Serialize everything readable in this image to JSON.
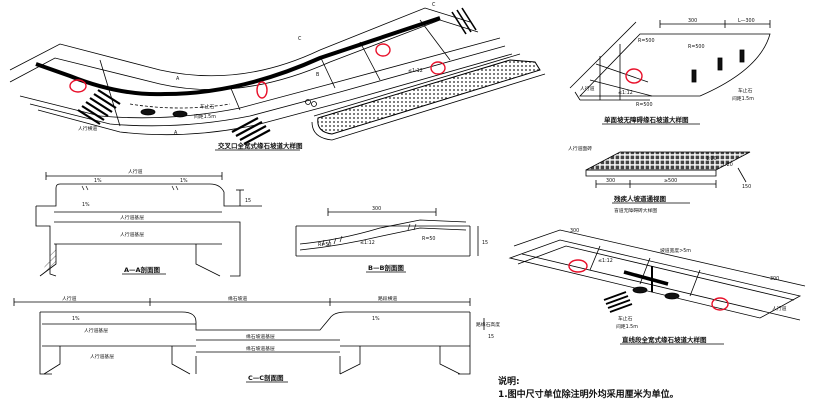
{
  "views": {
    "intersection": {
      "caption": "交叉口全宽式缘石坡道大样图",
      "labels": {
        "crosswalk": "人行横道",
        "bollard": "车止石",
        "spacing": "间距1.5m",
        "sect_a_top": "A",
        "sect_a_bot": "A",
        "sect_b": "B",
        "sect_c_top": "C",
        "sect_c_bot": "C",
        "grade": "≤1:12"
      }
    },
    "one_side": {
      "caption": "单面坡无障碍缘石坡道大样图",
      "labels": {
        "walkway": "人行道",
        "bollard": "车止石",
        "spacing": "间距1.5m",
        "r_top": "R=500",
        "r_mid": "R=500",
        "r_bot": "R=500",
        "dim_300": "300",
        "dim_l": "L—300",
        "grade": "≤1:12"
      }
    },
    "tactile": {
      "caption": "残疾人坡道通视图",
      "sub": "盲道无障碍砖大样图",
      "labels": {
        "walkway": "人行道面砖",
        "dim_300": "300",
        "dim_500": "≥500",
        "dim_150": "150",
        "r_1": "1:20",
        "r_2": "1:20"
      }
    },
    "straight": {
      "caption": "直线段全宽式缘石坡道大样图",
      "labels": {
        "bollard": "车止石",
        "spacing": "间距1.5m",
        "dim_300a": "300",
        "dim_300b": "300",
        "grade": "≤1:12",
        "width": "坡道宽度>5m",
        "walkway": "人行道"
      }
    },
    "section_a": {
      "caption": "A—A剖面图",
      "labels": {
        "walkway": "人行道",
        "slope_l": "1%",
        "slope_r": "1%",
        "layer1": "人行道基层",
        "layer2": "人行道基层",
        "dim_15": "15",
        "slope_bot": "1%"
      }
    },
    "section_b": {
      "caption": "B—B剖面图",
      "labels": {
        "dim_300": "300",
        "r_l": "R=50",
        "r_r": "R=50",
        "grade": "≤1:12",
        "dim_15": "15"
      }
    },
    "section_c": {
      "caption": "C—C剖面图",
      "labels": {
        "walkway": "人行道",
        "ramp": "缘石坡道",
        "crossing": "路段横道",
        "layer1": "人行道基层",
        "layer2": "人行道基层",
        "layer3": "缘石坡道基层",
        "layer4": "缘石坡道基层",
        "curb": "路缘石高度",
        "slope_l": "1%",
        "slope_r": "1%",
        "dim_15": "15"
      }
    }
  },
  "notes": {
    "title": "说明:",
    "line1": "1.图中尺寸单位除注明外均采用厘米为单位。"
  },
  "colors": {
    "line": "#000000",
    "highlight": "#e8102a",
    "fill": "#555555"
  }
}
